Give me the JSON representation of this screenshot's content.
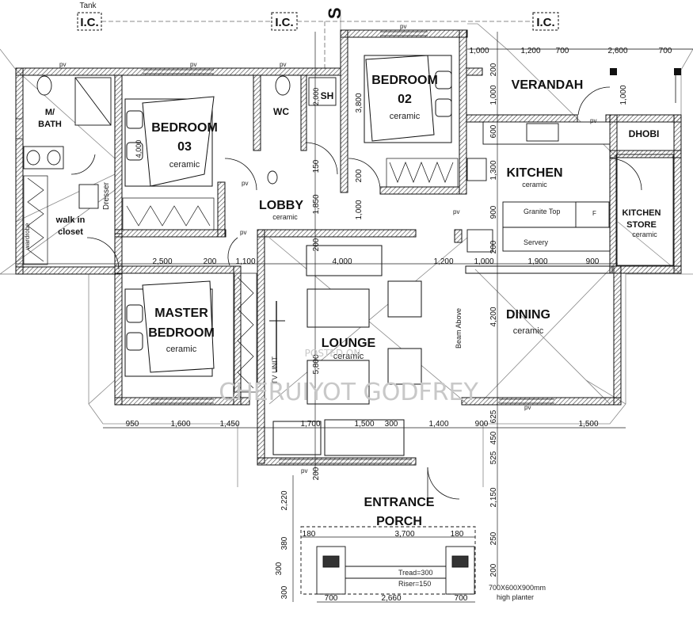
{
  "rooms": {
    "bedroom03": "BEDROOM",
    "bedroom03_num": "03",
    "bedroom02": "BEDROOM",
    "bedroom02_num": "02",
    "master": "MASTER",
    "master2": "BEDROOM",
    "mbath": "M/",
    "mbath2": "BATH",
    "walkin": "walk in",
    "walkin2": "closet",
    "wc": "WC",
    "sh": "SH",
    "lobby": "LOBBY",
    "lounge": "LOUNGE",
    "dining": "DINING",
    "kitchen": "KITCHEN",
    "verandah": "VERANDAH",
    "dhobi": "DHOBI",
    "kstore": "KITCHEN",
    "kstore2": "STORE",
    "porch": "ENTRANCE",
    "porch2": "PORCH"
  },
  "finish": "ceramic",
  "labels": {
    "tank": "Tank",
    "ic": "I.C.",
    "dresser": "Dresser",
    "wardrobe": "wardrobe",
    "granite": "Granite Top",
    "servery": "Servery",
    "tv": "TV UNIT",
    "beam": "Beam Above",
    "tread": "Tread=300",
    "riser": "Riser=150",
    "planter": "700X600X900mm",
    "planter2": "high planter",
    "f": "F",
    "pv": "pv",
    "s": "S",
    "watermark1": "POSTED ON",
    "watermark2": "CHERUIYOT GODFREY"
  },
  "dimensions": {
    "top": [
      "1,000",
      "1,200",
      "700",
      "2,600",
      "700"
    ],
    "mid": [
      "2,500",
      "200",
      "1,100",
      "4,000",
      "1,200",
      "1,000",
      "1,900",
      "900"
    ],
    "bottom": [
      "950",
      "1,600",
      "1,450",
      "1,700",
      "1,500",
      "300",
      "1,400",
      "900",
      "1,500"
    ],
    "porch_w": "3,700",
    "porch_side": "180",
    "step_w": "2,660",
    "step_side": "700",
    "right_v": [
      "200",
      "1,000",
      "1,000",
      "600",
      "1,300",
      "900",
      "200",
      "4,200",
      "625",
      "450",
      "525",
      "2,150",
      "250",
      "200"
    ],
    "center_v": [
      "3,800",
      "200",
      "1,000",
      "150",
      "1,850",
      "200",
      "5,800",
      "200",
      "2,220"
    ],
    "left_v": [
      "380",
      "300",
      "300"
    ],
    "b03": "4,000",
    "wc": "2,000"
  }
}
